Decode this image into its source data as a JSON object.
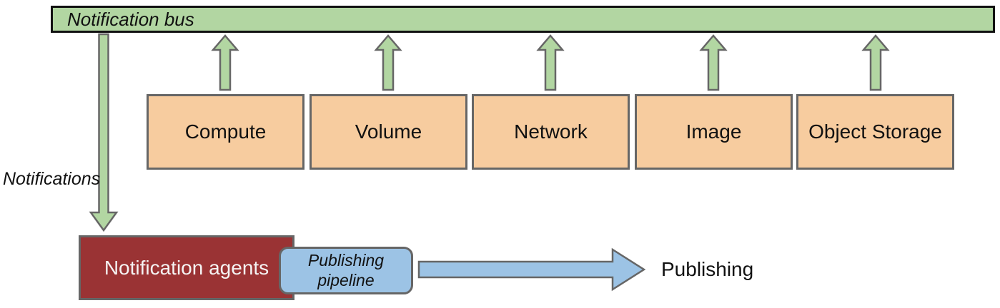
{
  "bus": {
    "label": "Notification bus"
  },
  "services": [
    {
      "label": "Compute"
    },
    {
      "label": "Volume"
    },
    {
      "label": "Network"
    },
    {
      "label": "Image"
    },
    {
      "label": "Object Storage"
    }
  ],
  "flow": {
    "notifications_label": "Notifications",
    "agents_label": "Notification agents",
    "pipeline_label": "Publishing pipeline",
    "publishing_label": "Publishing"
  },
  "colors": {
    "bus_fill": "#b2d6a2",
    "service_fill": "#f7cc9f",
    "agents_fill": "#9a3334",
    "pipeline_fill": "#9cc3e5",
    "arrow_green": "#b2d6a2",
    "arrow_blue": "#9cc3e5",
    "border_gray": "#666666",
    "border_black": "#111111"
  }
}
